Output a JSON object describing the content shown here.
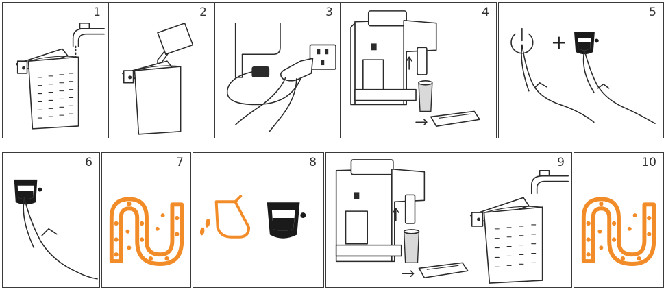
{
  "steps": [
    {
      "number": "1"
    },
    {
      "number": "2"
    },
    {
      "number": "3"
    },
    {
      "number": "4"
    },
    {
      "number": "5"
    },
    {
      "number": "6"
    },
    {
      "number": "7"
    },
    {
      "number": "8"
    },
    {
      "number": "9"
    },
    {
      "number": "10"
    }
  ],
  "step5": {
    "plus": "+"
  },
  "icons": {
    "power": "power-icon",
    "cup": "espresso-cup-icon",
    "rinse": "rinse-pipe-icon",
    "descale": "descaling-drops-icon",
    "tap": "water-tap-icon",
    "hand": "pointing-hand-icon"
  },
  "colors": {
    "accent": "#F28C28",
    "line": "#2B2B2B",
    "cup_fill": "#1A1A1A"
  }
}
